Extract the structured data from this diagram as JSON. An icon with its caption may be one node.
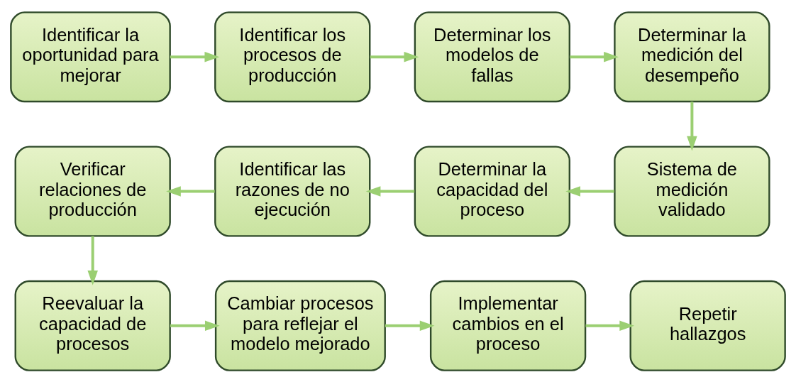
{
  "diagram": {
    "nodes": [
      {
        "text": [
          "Identificar la oportunidad para mejorar"
        ]
      },
      {
        "text": [
          "Identificar los procesos de producción"
        ]
      },
      {
        "text": [
          "Determinar los modelos de fallas"
        ]
      },
      {
        "text": [
          "Determinar la medición del desempeño"
        ]
      },
      {
        "text": [
          "Sistema de medición validado"
        ]
      },
      {
        "text": [
          "Determinar la capacidad del proceso"
        ]
      },
      {
        "text": [
          "Identificar las razones de no ejecución"
        ]
      },
      {
        "text": [
          "Verificar relaciones de producción"
        ]
      },
      {
        "text": [
          "Reevaluar la capacidad de procesos"
        ]
      },
      {
        "text": [
          "Cambiar procesos para reflejar el modelo mejorado"
        ]
      },
      {
        "text": [
          "Implementar cambios en el proceso"
        ]
      },
      {
        "text": [
          "Repetir hallazgos"
        ]
      }
    ],
    "edges": [
      {
        "from": 0,
        "to": 1,
        "arrow": "to"
      },
      {
        "from": 1,
        "to": 2,
        "arrow": "to"
      },
      {
        "from": 2,
        "to": 3,
        "arrow": "to"
      },
      {
        "from": 3,
        "to": 4,
        "arrow": "to"
      },
      {
        "from": 4,
        "to": 5,
        "arrow": "to"
      },
      {
        "from": 5,
        "to": 6,
        "arrow": "to"
      },
      {
        "from": 6,
        "to": 7,
        "arrow": "to"
      },
      {
        "from": 7,
        "to": 8,
        "arrow": "to"
      },
      {
        "from": 8,
        "to": 9,
        "arrow": "to"
      },
      {
        "from": 9,
        "to": 10,
        "arrow": "to"
      },
      {
        "from": 10,
        "to": 11,
        "arrow": "to"
      }
    ]
  }
}
